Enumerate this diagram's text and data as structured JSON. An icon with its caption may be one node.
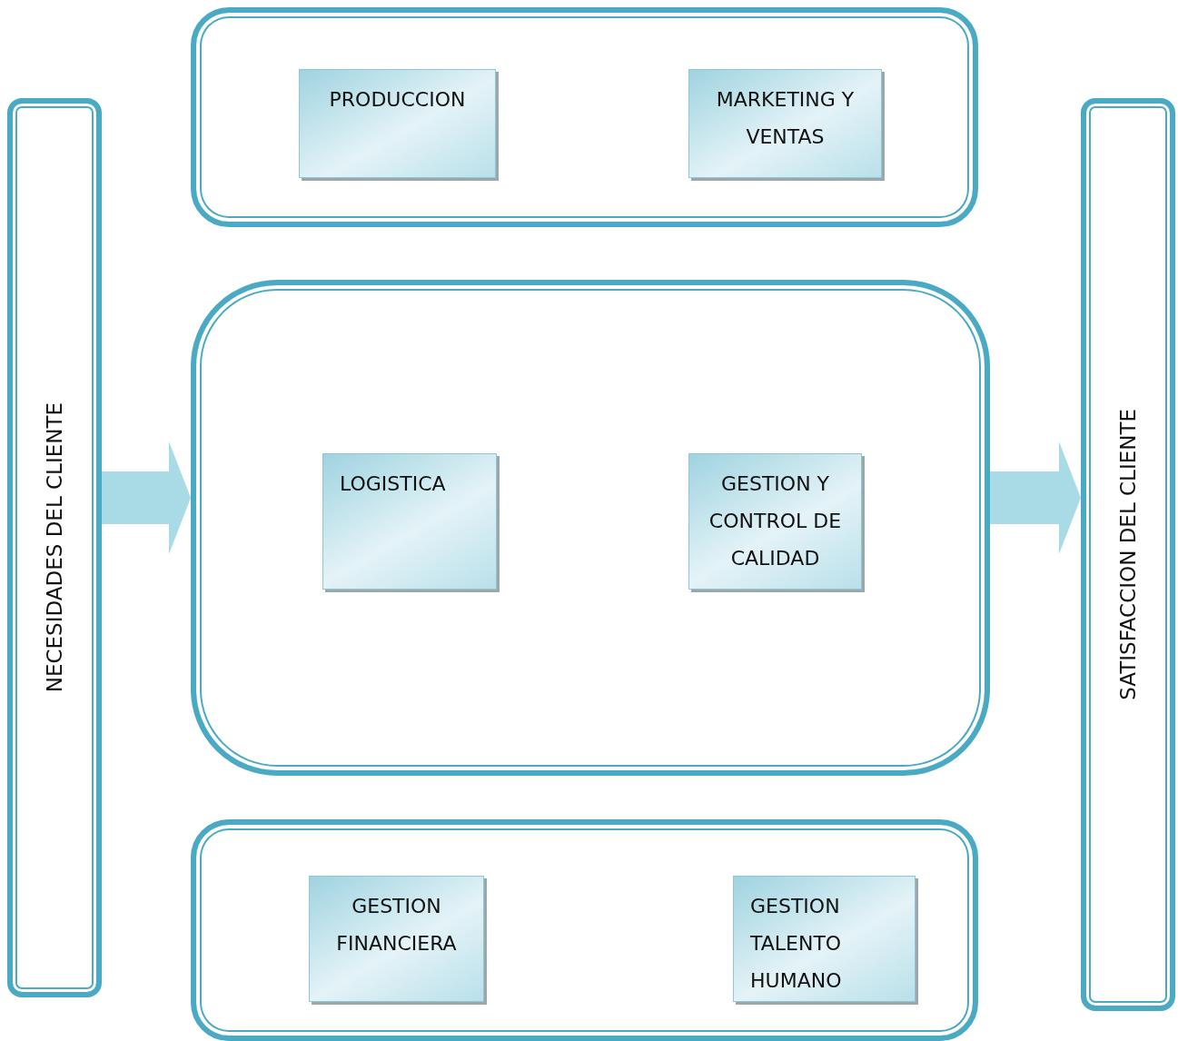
{
  "diagram": {
    "nodes": [
      {
        "text": [
          "NECESIDADES DEL CLIENTE"
        ]
      },
      {
        "text": [],
        "shape": "box"
      },
      {
        "text": [
          "PRODUCCION"
        ],
        "in": 1
      },
      {
        "text": [
          "MARKETING Y VENTAS"
        ],
        "in": 1
      },
      {
        "text": [],
        "shape": "box"
      },
      {
        "text": [
          "LOGISTICA"
        ],
        "in": 4
      },
      {
        "text": [
          "GESTION Y CONTROL DE CALIDAD"
        ],
        "in": 4
      },
      {
        "text": [],
        "shape": "box"
      },
      {
        "text": [
          "GESTION FINANCIERA"
        ],
        "in": 7
      },
      {
        "text": [
          "GESTION TALENTO HUMANO"
        ],
        "in": 7
      },
      {
        "text": [
          "SATISFACCION DEL CLIENTE"
        ]
      }
    ],
    "edges": [
      {
        "from": 0,
        "to": 4,
        "arrow": "to"
      },
      {
        "from": 4,
        "to": 10,
        "arrow": "to"
      }
    ]
  }
}
